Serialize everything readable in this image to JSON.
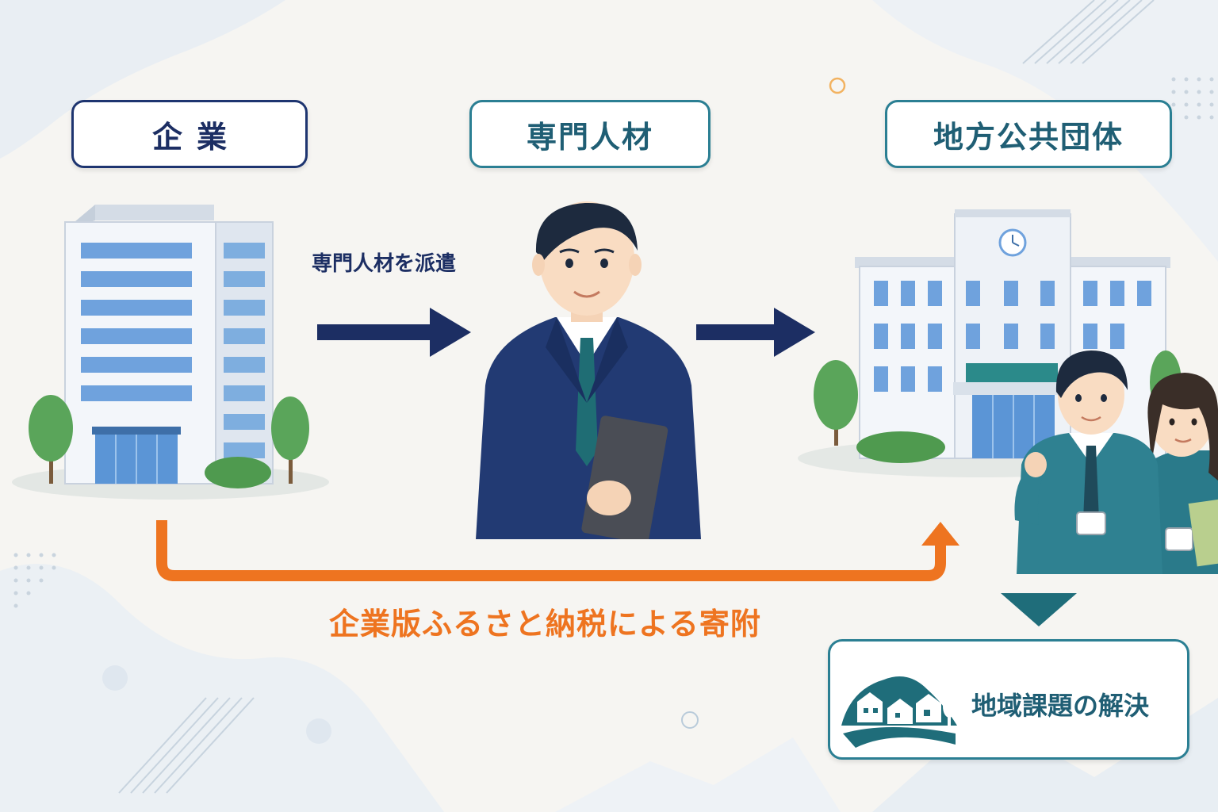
{
  "labels": {
    "company": "企業",
    "expert": "専門人材",
    "government": "地方公共団体"
  },
  "arrows": {
    "dispatch_label": "専門人材を派遣",
    "donation_label": "企業版ふるさと納税による寄附"
  },
  "result": {
    "label": "地域課題の解決"
  },
  "icons": {
    "company": "office-building-icon",
    "expert": "businessman-icon",
    "government": "city-hall-icon",
    "staff": "government-staff-icon",
    "community": "town-hills-icon"
  },
  "colors": {
    "navy": "#1c2e63",
    "teal": "#2b7f93",
    "orange": "#ee7420",
    "background": "#f6f5f2"
  }
}
